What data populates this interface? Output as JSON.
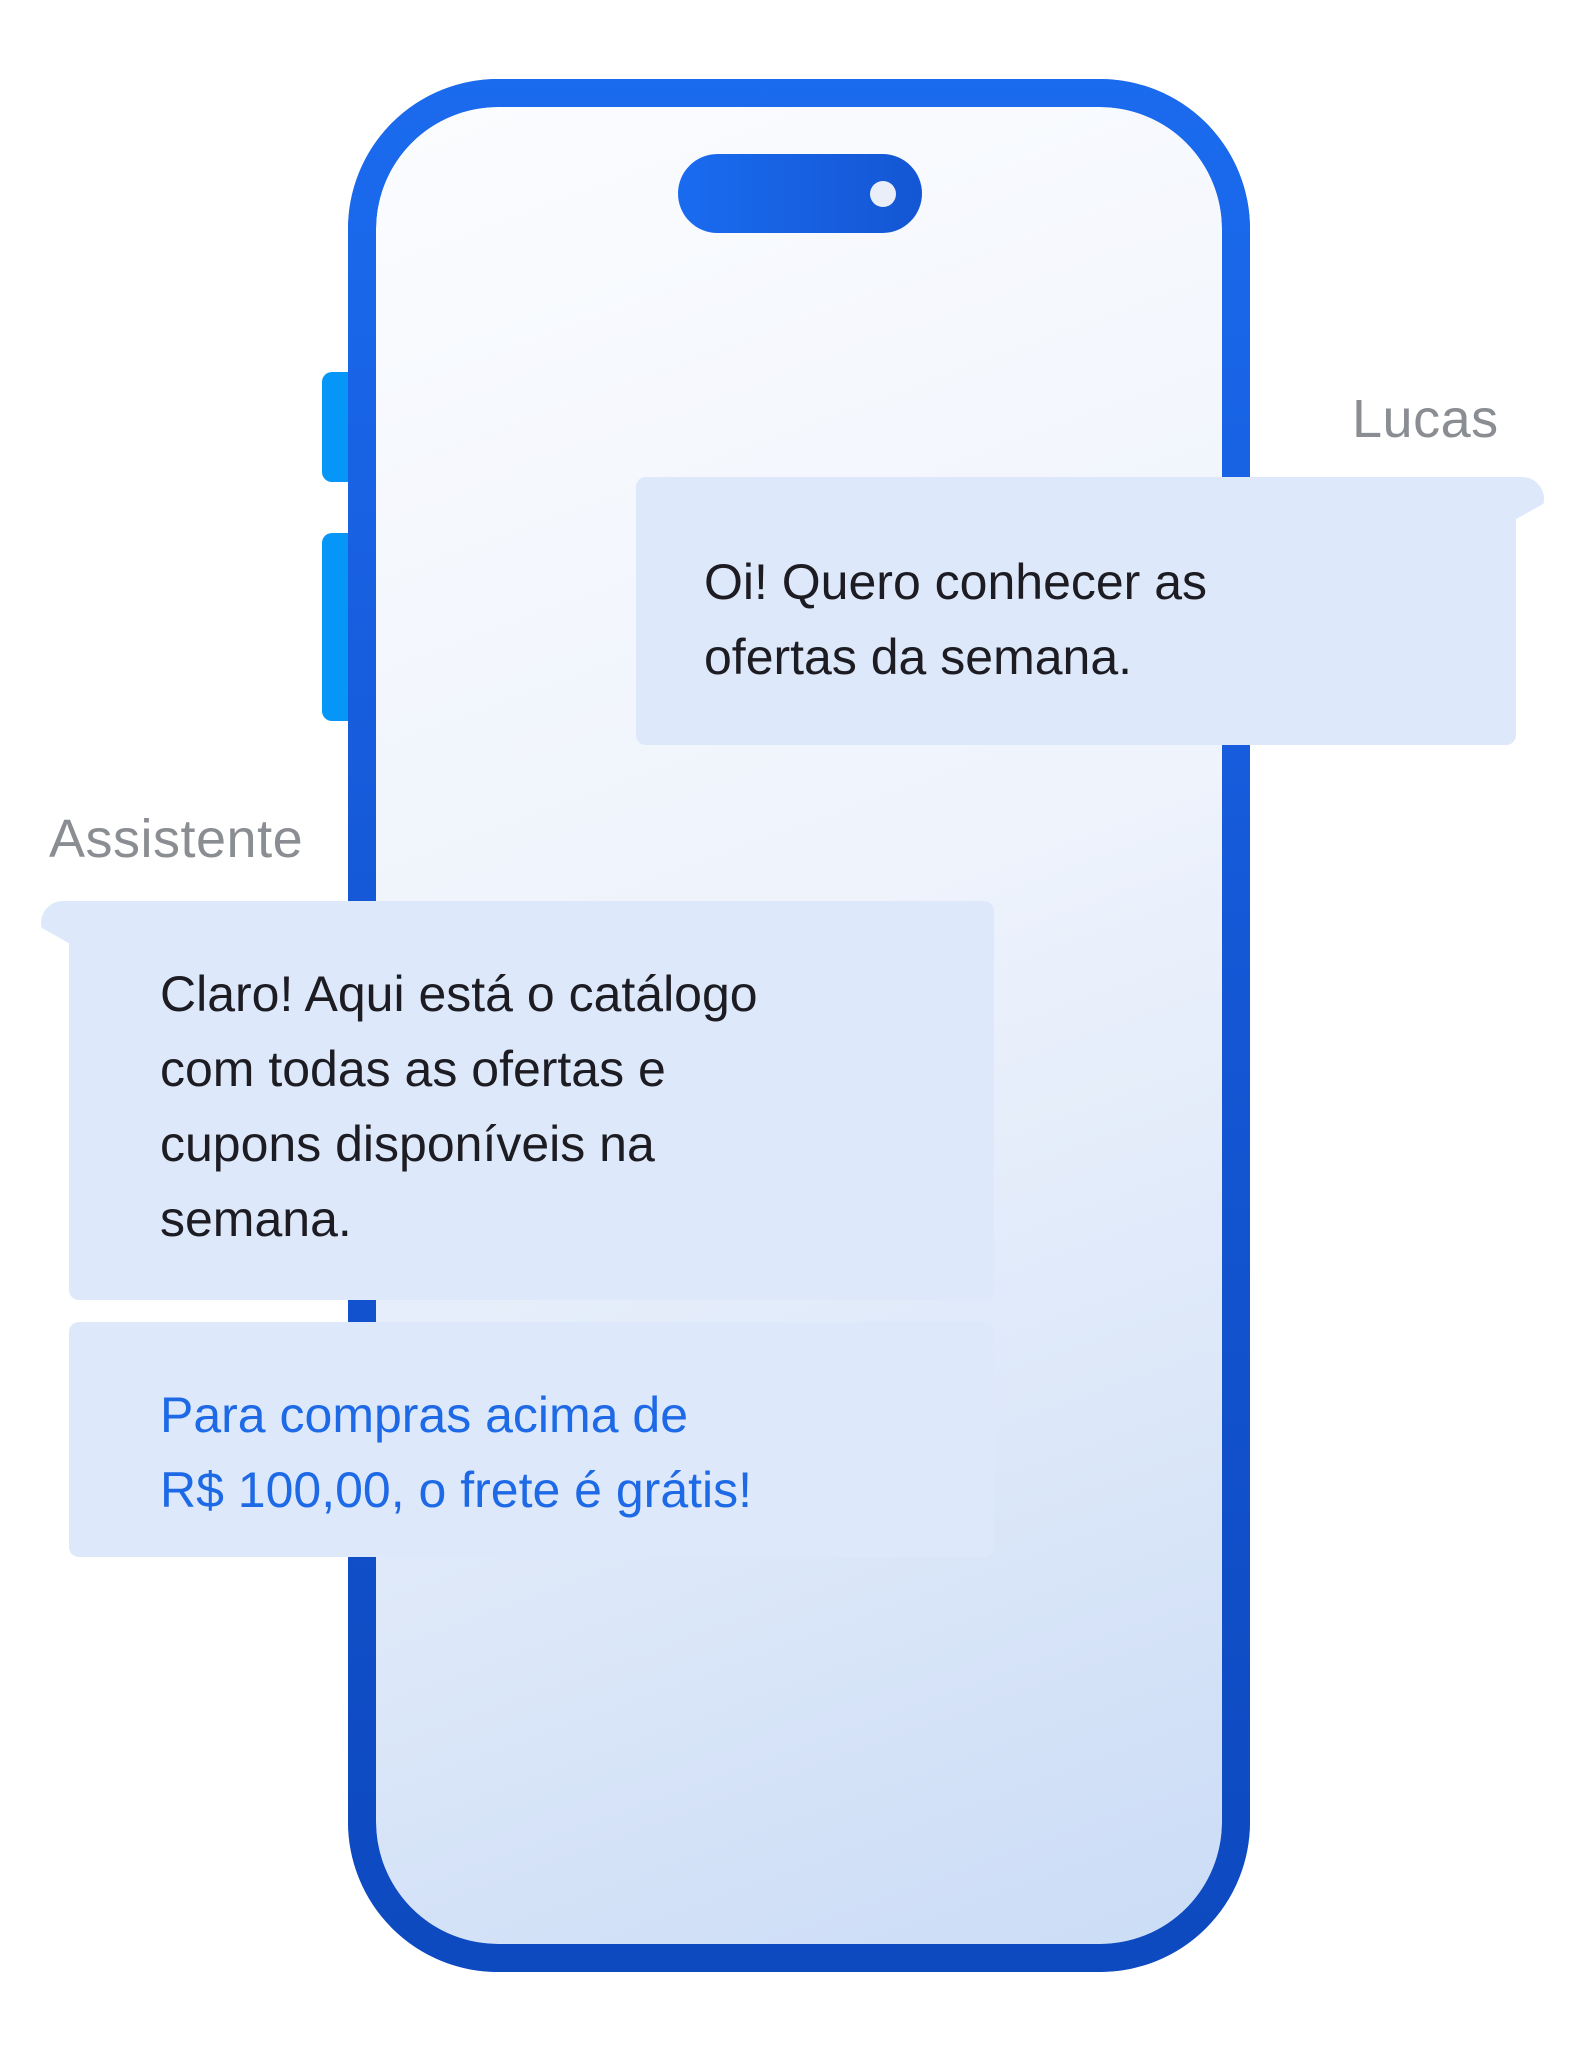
{
  "colors": {
    "phone_frame": "#1659d9",
    "side_buttons": "#0596f7",
    "bubble_background": "#dde8fa",
    "message_text": "#1c1c22",
    "promo_text": "#1e6ae6",
    "sender_label": "#8a8d92"
  },
  "conversation": {
    "user": {
      "name": "Lucas",
      "message": "Oi! Quero conhecer as\nofertas da semana."
    },
    "assistant": {
      "name": "Assistente",
      "message": "Claro! Aqui está o catálogo\ncom todas as ofertas e\ncupons disponíveis na\nsemana.",
      "promo": "Para compras acima de\nR$ 100,00, o frete é grátis!"
    }
  }
}
